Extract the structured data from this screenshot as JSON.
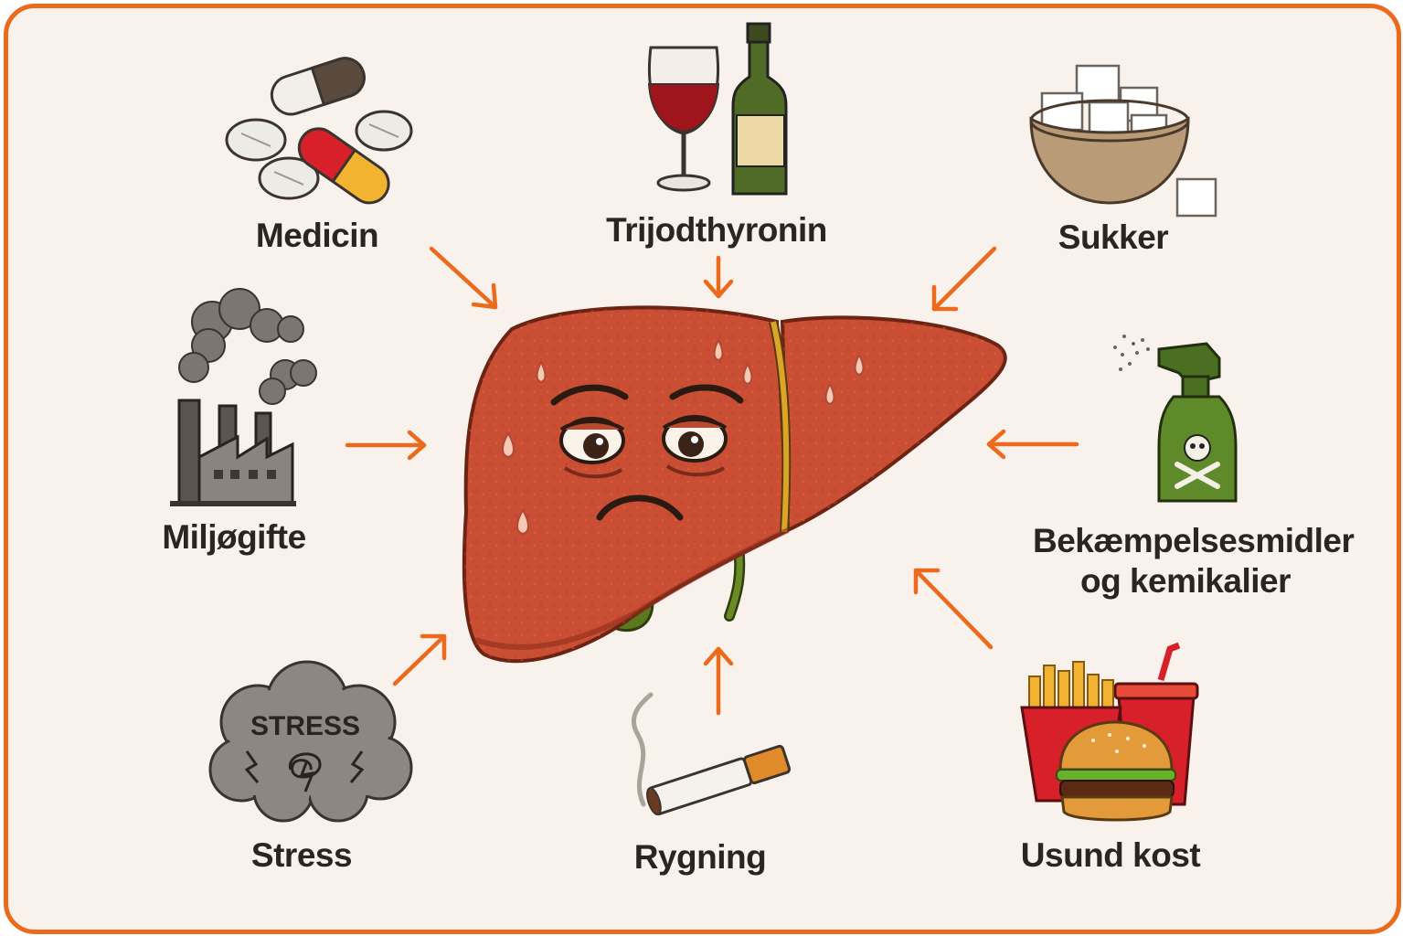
{
  "diagram": {
    "accent_color": "#ec6a1c",
    "center": {
      "icon": "sad-liver-icon"
    },
    "factors": [
      {
        "id": "medicin",
        "label": "Medicin",
        "icon": "pills-icon"
      },
      {
        "id": "trijodthyronin",
        "label": "Trijodthyronin",
        "icon": "wine-bottle-icon"
      },
      {
        "id": "sukker",
        "label": "Sukker",
        "icon": "sugar-bowl-icon"
      },
      {
        "id": "miljogifte",
        "label": "Miljøgifte",
        "icon": "factory-icon"
      },
      {
        "id": "bekaempelsesmidler",
        "label": "Bekæmpelsesmidler og kemikalier",
        "icon": "poison-spray-bottle-icon"
      },
      {
        "id": "stress",
        "label": "Stress",
        "icon": "stress-cloud-icon",
        "icon_text": "STRESS"
      },
      {
        "id": "rygning",
        "label": "Rygning",
        "icon": "cigarette-icon"
      },
      {
        "id": "usund-kost",
        "label": "Usund kost",
        "icon": "fast-food-icon"
      }
    ]
  }
}
